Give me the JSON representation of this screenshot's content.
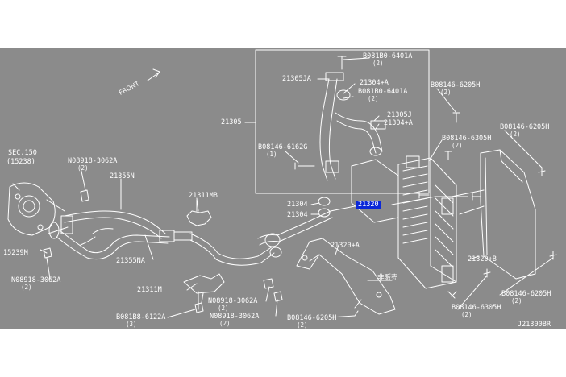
{
  "diagram_id": "J21300BR",
  "front_label": "FRONT",
  "labels": {
    "sec150": "SEC.150",
    "sec150_code": "(15238)",
    "p15239m": "15239M",
    "n09918_3062a_top": "N08918-3062A",
    "n09918_3062a_top_qty": "(2)",
    "n09918_3062a_left": "N08918-3062A",
    "n09918_3062a_left_qty": "(2)",
    "p21355n": "21355N",
    "p21355na": "21355NA",
    "p21311mb": "21311MB",
    "p21311m": "21311M",
    "b081b8_6122a": "B081B8-6122A",
    "b081b8_6122a_qty": "(3)",
    "n08918_3062a_mid": "N08918-3062A",
    "n08918_3062a_mid_qty": "(2)",
    "n08918_3062a_bot": "N08918-3062A",
    "n08918_3062a_bot_qty": "(2)",
    "b08146_6205h_bot": "B08146-6205H",
    "b08146_6205h_bot_qty": "(2)",
    "p21320a": "21320+A",
    "p21304_1": "21304",
    "p21304_2": "21304",
    "p21305": "21305",
    "p21305ja": "21305JA",
    "p21304a_top": "21304+A",
    "b081b0_6401a_top": "B081B0-6401A",
    "b081b0_6401a_top_qty": "(2)",
    "b081b0_6401a_mid": "B081B0-6401A",
    "b081b0_6401a_mid_qty": "(2)",
    "p21305j": "21305J",
    "p21304a_mid": "21304+A",
    "b08146_6162g": "B08146-6162G",
    "b08146_6162g_qty": "(1)",
    "b08146_6205h_top": "B08146-6205H",
    "b08146_6205h_top_qty": "(2)",
    "b08146_6305h_top": "B08146-6305H",
    "b08146_6305h_top_qty": "(2)",
    "b08146_6205h_right": "B08146-6205H",
    "b08146_6205h_right_qty": "(2)",
    "p21320_highlight": "21320",
    "p21320b": "21320+B",
    "b08146_6205h_br": "B08146-6205H",
    "b08146_6205h_br_qty": "(2)",
    "b08146_6305h_bot": "B08146-6305H",
    "b08146_6305h_bot_qty": "(2)",
    "jp_note": "非販売"
  },
  "colors": {
    "panel": "#8b8b8b",
    "line": "#ffffff",
    "highlight": "#0b28d8"
  }
}
